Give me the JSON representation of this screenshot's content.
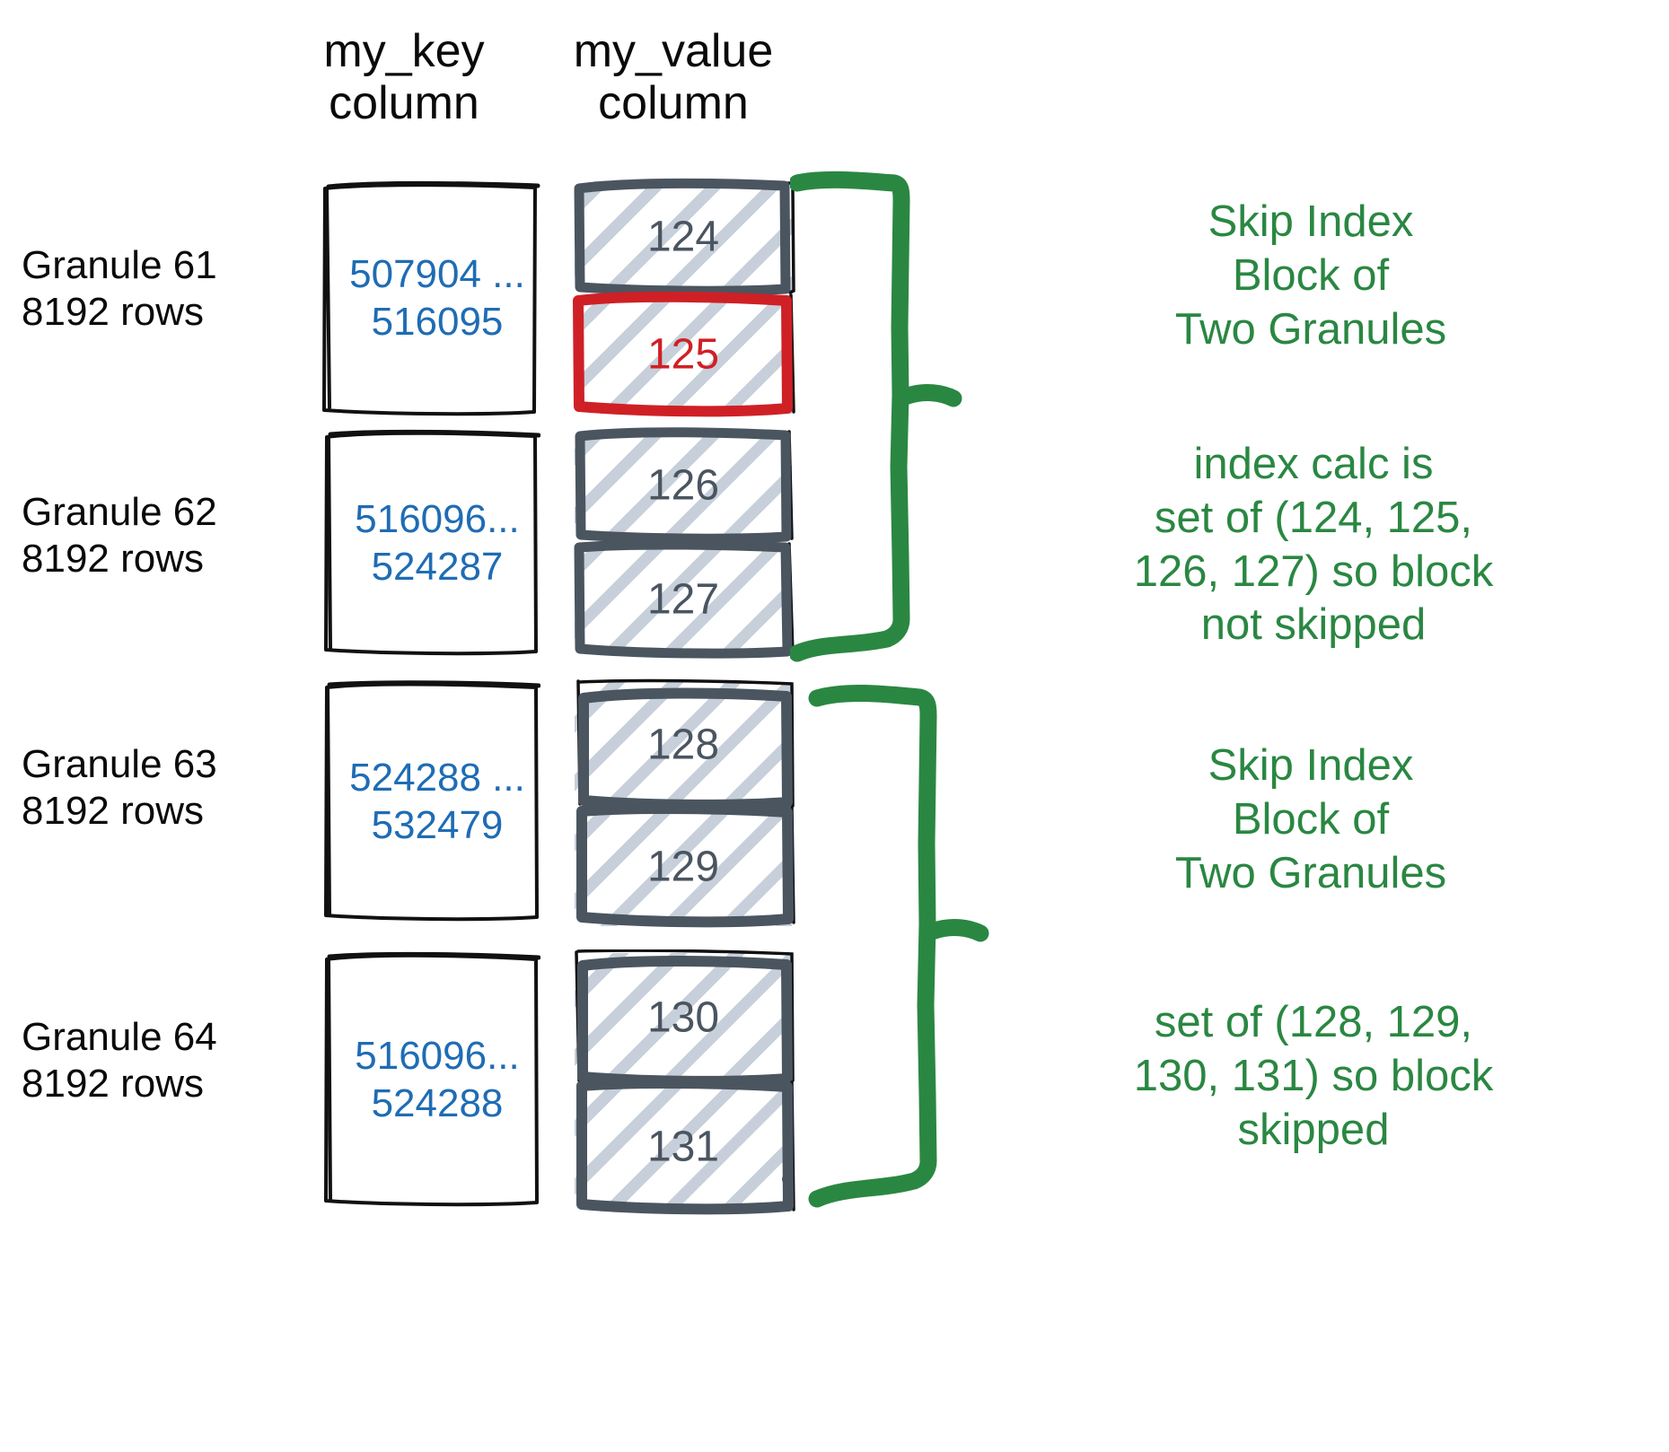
{
  "columns": {
    "key_header": "my_key\ncolumn",
    "value_header": "my_value\ncolumn"
  },
  "colors": {
    "key_value_blue": "#1f6cb4",
    "value_gray": "#4a5560",
    "highlight_red": "#cf2026",
    "annotation_green": "#2a8742",
    "hatch_gray": "#b4c0ce",
    "text_black": "#0a0a0a"
  },
  "granules": [
    {
      "label": "Granule 61\n8192 rows",
      "key_range": "507904 ...\n516095",
      "values": [
        {
          "text": "124",
          "highlighted": false
        },
        {
          "text": "125",
          "highlighted": true
        }
      ]
    },
    {
      "label": "Granule 62\n8192 rows",
      "key_range": "516096...\n524287",
      "values": [
        {
          "text": "126",
          "highlighted": false
        },
        {
          "text": "127",
          "highlighted": false
        }
      ]
    },
    {
      "label": "Granule 63\n8192 rows",
      "key_range": "524288 ...\n532479",
      "values": [
        {
          "text": "128",
          "highlighted": false
        },
        {
          "text": "129",
          "highlighted": false
        }
      ]
    },
    {
      "label": "Granule 64\n8192 rows",
      "key_range": "516096...\n524288",
      "values": [
        {
          "text": "130",
          "highlighted": false
        },
        {
          "text": "131",
          "highlighted": false
        }
      ]
    }
  ],
  "annotations": [
    {
      "title": "Skip Index\nBlock of\nTwo Granules"
    },
    {
      "body": "index calc is\nset of (124, 125,\n126, 127) so block\nnot skipped"
    },
    {
      "title": "Skip Index\nBlock of\nTwo Granules"
    },
    {
      "body": "set of (128, 129,\n130, 131) so block\nskipped"
    }
  ]
}
